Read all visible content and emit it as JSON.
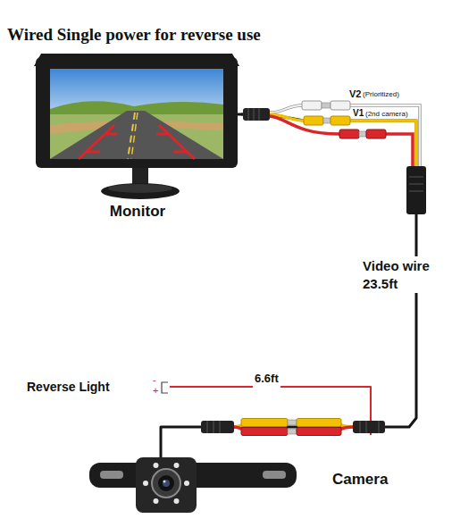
{
  "diagram": {
    "title": "Wired Single power for reverse use",
    "nodes": [
      {
        "text": [
          "Monitor"
        ]
      },
      {
        "text": [
          "Reverse Light",
          "-",
          "+"
        ]
      },
      {
        "text": [
          "Camera"
        ]
      }
    ],
    "edges": [
      {
        "from": 0,
        "to": 2,
        "label": "Video wire 23.5ft",
        "arrow": "none"
      },
      {
        "from": 1,
        "to": 2,
        "label": "6.6ft",
        "arrow": "none"
      }
    ],
    "labels": [
      "V2",
      "(Prioritized)",
      "V1",
      "(2nd camera)"
    ]
  }
}
